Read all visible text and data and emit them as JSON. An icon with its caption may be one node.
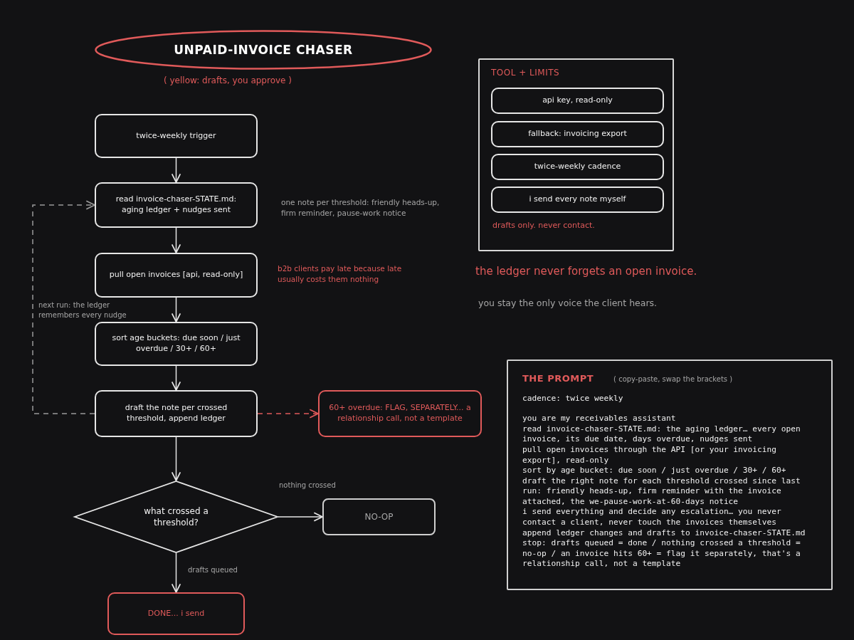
{
  "diagram": {
    "nodes": [
      {
        "text": [
          "UNPAID-INVOICE CHASER"
        ]
      },
      {
        "text": [
          "twice-weekly trigger"
        ]
      },
      {
        "text": [
          "read invoice-chaser-STATE.md: aging ledger + nudges sent"
        ],
        "beside": [
          "one note per threshold: friendly heads-up, firm reminder, pause-work notice"
        ]
      },
      {
        "text": [
          "pull open invoices [api, read-only]"
        ],
        "beside": [
          "b2b clients pay late because late usually costs them nothing"
        ]
      },
      {
        "text": [
          "sort age buckets: due soon / just overdue / 30+ / 60+"
        ]
      },
      {
        "text": [
          "draft the note per crossed threshold, append ledger"
        ]
      },
      {
        "text": [
          "60+ overdue: FLAG, SEPARATELY... a relationship call, not a template"
        ]
      },
      {
        "text": [
          "what crossed a threshold?"
        ]
      },
      {
        "text": [
          "NO-OP"
        ]
      },
      {
        "text": [
          "DONE... i send"
        ]
      },
      {
        "text": [
          "TOOL + LIMITS",
          "drafts only. never contact."
        ]
      },
      {
        "text": [
          "api key, read-only"
        ],
        "in": 10
      },
      {
        "text": [
          "fallback: invoicing export"
        ],
        "in": 10
      },
      {
        "text": [
          "twice-weekly cadence"
        ],
        "in": 10
      },
      {
        "text": [
          "i send every note myself"
        ],
        "in": 10
      },
      {
        "text": [
          "THE PROMPT",
          "( copy-paste, swap the brackets )",
          "cadence: twice weekly",
          "you are my receivables assistant",
          "read invoice-chaser-STATE.md: the aging ledger… every open invoice, its due date, days overdue, nudges sent",
          "pull open invoices through the API [or your invoicing export], read-only",
          "sort by age bucket: due soon / just overdue / 30+ / 60+",
          "draft the right note for each threshold crossed since last run: friendly heads-up, firm reminder with the invoice attached, the we-pause-work-at-60-days notice",
          "i send everything and decide any escalation… you never contact a client, never touch the invoices themselves",
          "append ledger changes and drafts to invoice-chaser-STATE.md",
          "stop: drafts queued = done / nothing crossed a threshold = no-op / an invoice hits 60+ = flag it separately, that's a relationship call, not a template"
        ]
      }
    ],
    "edges": [
      {
        "from": 1,
        "to": 2,
        "arrow": "to"
      },
      {
        "from": 2,
        "to": 3,
        "arrow": "to"
      },
      {
        "from": 3,
        "to": 4,
        "arrow": "to"
      },
      {
        "from": 4,
        "to": 5,
        "arrow": "to"
      },
      {
        "from": 5,
        "to": 2,
        "arrow": "to",
        "label": "next run: the ledger remembers every nudge",
        "style": "dashed",
        "color": "#9a9a9a"
      },
      {
        "from": 5,
        "to": 6,
        "arrow": "to",
        "style": "dashed",
        "color": "#e05a5a"
      },
      {
        "from": 5,
        "to": 7,
        "arrow": "to"
      },
      {
        "from": 7,
        "to": 8,
        "arrow": "to",
        "label": "nothing crossed"
      },
      {
        "from": 7,
        "to": 9,
        "arrow": "to",
        "label": "drafts queued"
      }
    ],
    "labels": [
      "( yellow: drafts, you approve )",
      "the ledger never forgets an open invoice.",
      "you stay the only voice the client hears."
    ]
  }
}
